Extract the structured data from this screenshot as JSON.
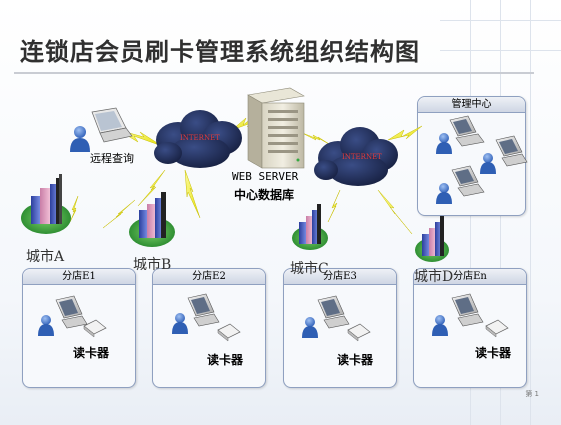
{
  "title": "连锁店会员刷卡管理系统组织结构图",
  "nodes": {
    "remote_query": "远程查询",
    "server_name": "WEB SERVER",
    "server_sub": "中心数据库",
    "cloud_left": "INTERNET",
    "cloud_right": "INTERNET",
    "mgmt_center": "管理中心"
  },
  "cities": [
    {
      "label": "城市A"
    },
    {
      "label": "城市B"
    },
    {
      "label": "城市C"
    },
    {
      "label": "城市D"
    }
  ],
  "stores": [
    {
      "label": "分店E1",
      "reader": "读卡器"
    },
    {
      "label": "分店E2",
      "reader": "读卡器"
    },
    {
      "label": "分店E3",
      "reader": "读卡器"
    },
    {
      "label": "分店En",
      "reader": "读卡器"
    }
  ],
  "page": "第 1",
  "colors": {
    "lightning": "#f2ef1e",
    "cloud": "#1e2a52",
    "box_border": "#8fa0c0",
    "building": "#4a63c9"
  }
}
